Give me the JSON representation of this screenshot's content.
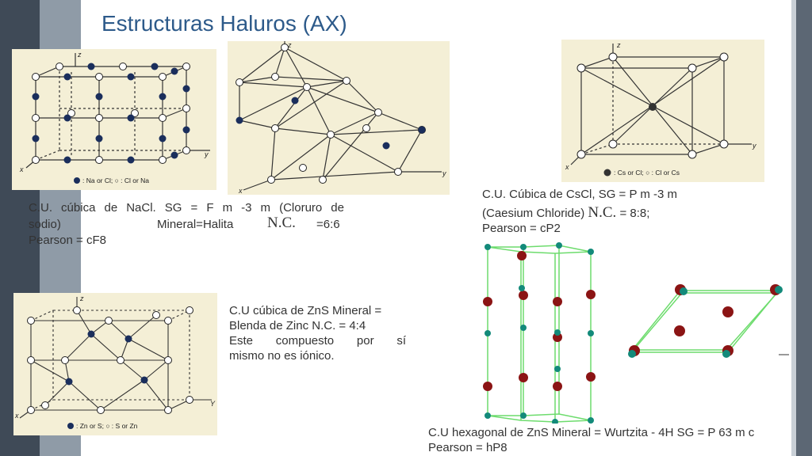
{
  "slide": {
    "title": "Estructuras Haluros (AX)"
  },
  "nacl": {
    "legend": ": Na or Cl;  ○ : Cl or Na",
    "axis_z": "z",
    "axis_y": "y",
    "axis_x": "x",
    "caption_line1": "C.U. cúbica de NaCl.  SG = F m -3 m (Cloruro de",
    "caption_line2a": "sodio)",
    "caption_line2b": "Mineral=Halita",
    "caption_nc": "N.C.",
    "caption_nc_val": "=6:6",
    "caption_line3": "Pearson = cF8"
  },
  "cscl": {
    "legend": ": Cs or Cl;  ○ : Cl or Cs",
    "axis_z": "z",
    "axis_y": "y",
    "axis_x": "x",
    "caption_line1": "C.U. Cúbica de CsCl,    SG = P m -3 m",
    "caption_line2a": "(Caesium Chloride)",
    "caption_nc": "N.C.",
    "caption_line2b": "= 8:8;",
    "caption_line3": "Pearson =   cP2"
  },
  "octa": {
    "axis_z": "z",
    "axis_y": "y",
    "axis_x": "x"
  },
  "zns": {
    "legend": ": Zn or S;  ○ : S or Zn",
    "axis_z": "z",
    "axis_y": "Y",
    "axis_x": "x",
    "caption_line1": "C.U cúbica de ZnS  Mineral =",
    "caption_line2": "Blenda de Zinc  N.C. = 4:4",
    "caption_line3": "Este    compuesto    por    sí",
    "caption_line4": "mismo no es iónico."
  },
  "wurtzite": {
    "caption_line1": "C.U hexagonal de ZnS  Mineral = Wurtzita - 4H SG = P 63 m c",
    "caption_line2": "Pearson =  hP8"
  },
  "colors": {
    "title": "#2d5a8a",
    "dark_atom": "#1a2e5c",
    "maroon_atom": "#8b1414",
    "teal_atom": "#138a7a",
    "green_line": "#6ddc6d"
  }
}
